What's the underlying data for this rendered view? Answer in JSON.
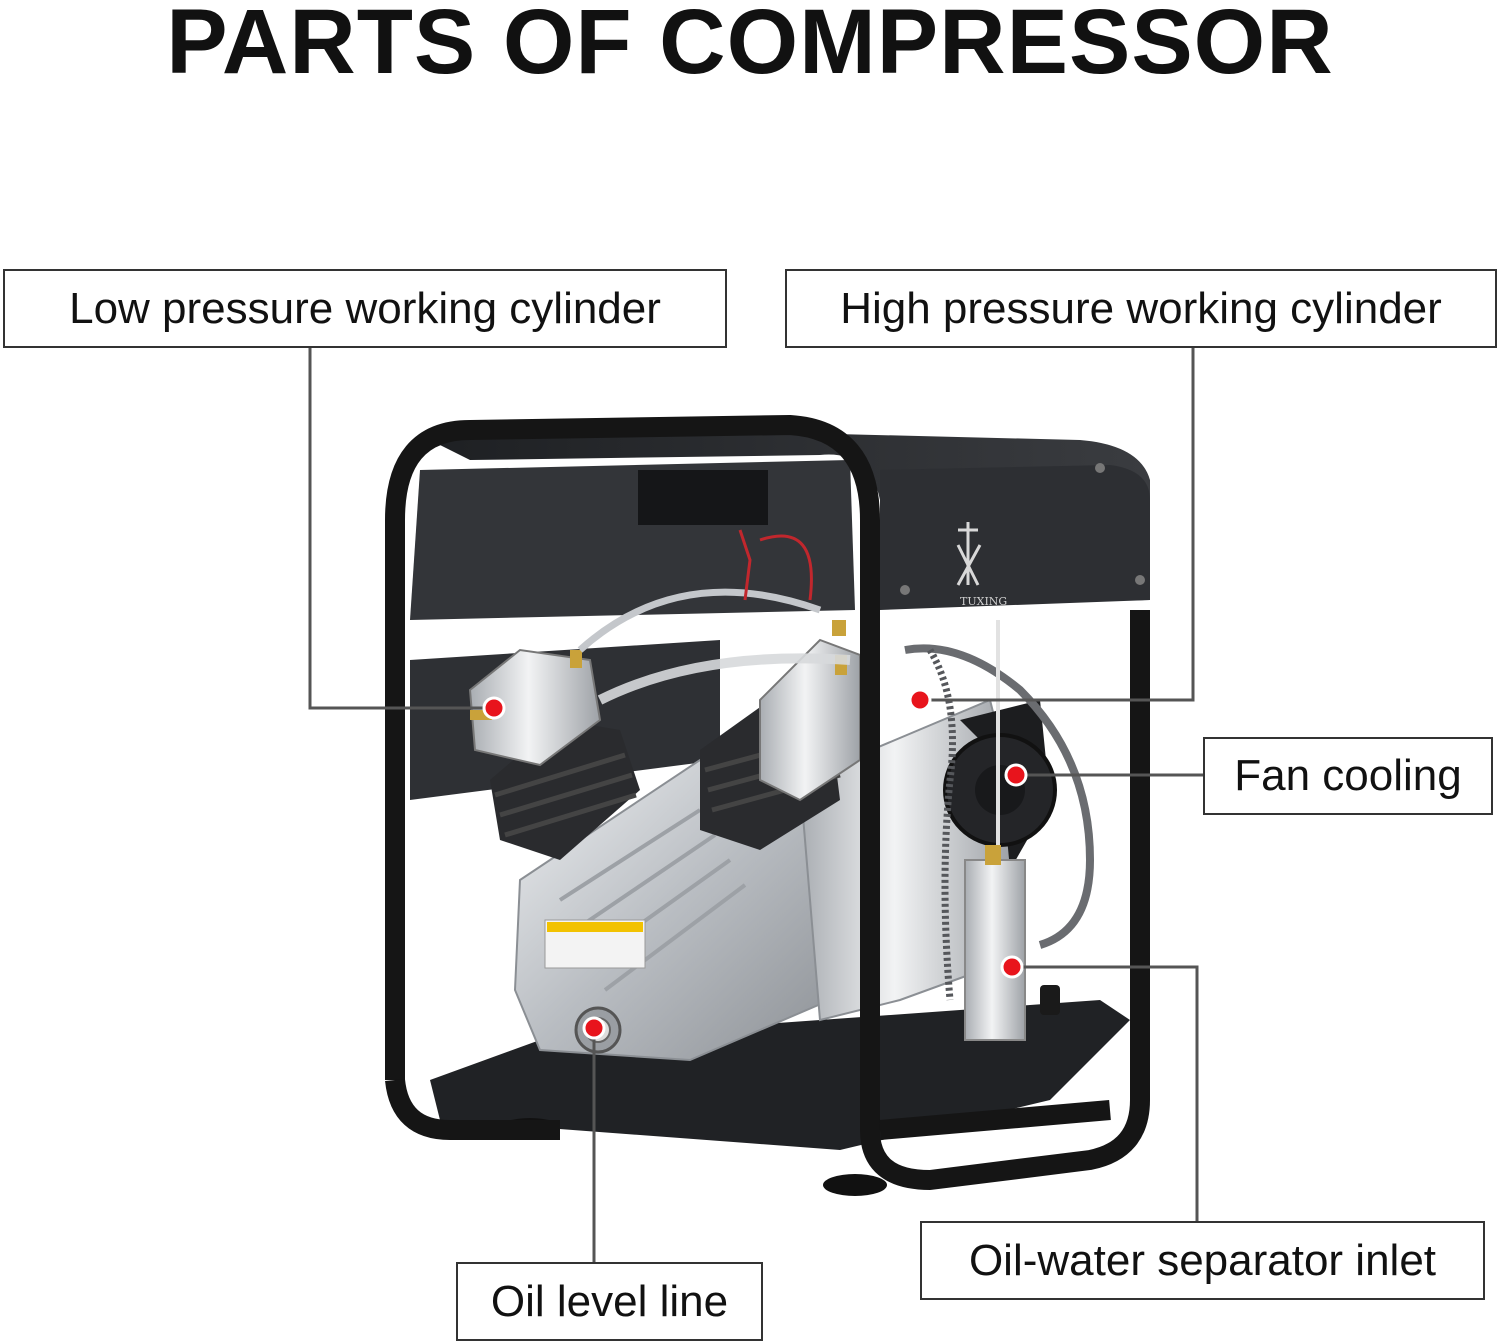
{
  "title": "PARTS OF COMPRESSOR",
  "labels": {
    "low_pressure": "Low pressure working cylinder",
    "high_pressure": "High pressure working cylinder",
    "fan_cooling": "Fan cooling",
    "oil_water_separator": "Oil-water separator inlet",
    "oil_level": "Oil level line"
  },
  "brand": "TUXING",
  "colors": {
    "marker": "#e8141c",
    "frame": "#1a1a1a",
    "panel": "#2b2d30",
    "aluminum": "#c9ccd0"
  }
}
